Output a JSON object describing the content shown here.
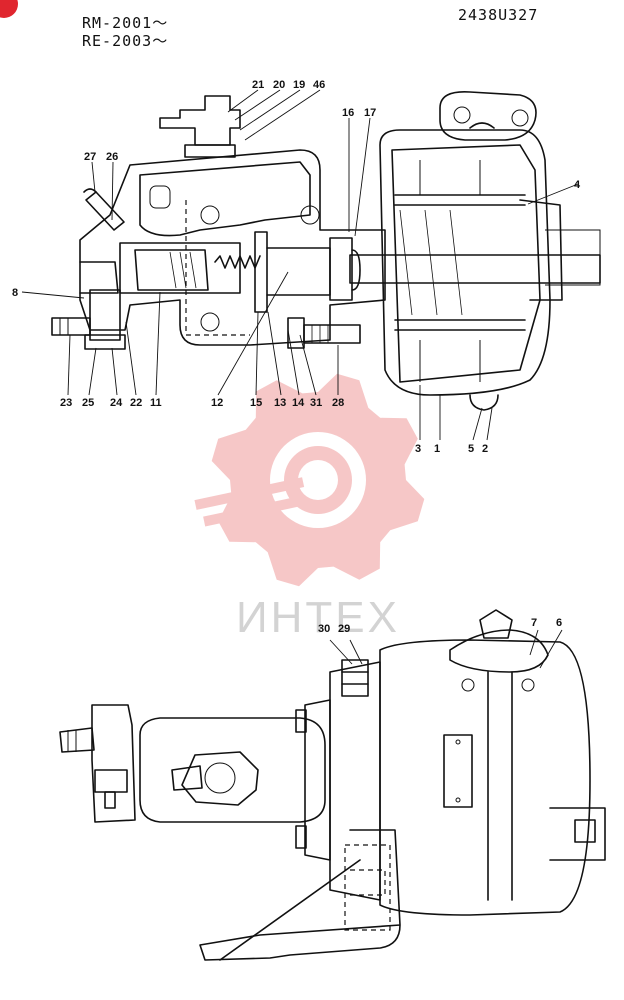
{
  "header": {
    "model_line_1": "RM-2001～",
    "model_line_2": "RE-2003～",
    "drawing_code": "2438U327"
  },
  "watermark": {
    "text": "ИНТЕХ",
    "color": "#f3b6b6"
  },
  "top_view_callouts": [
    "21",
    "20",
    "19",
    "46",
    "16",
    "17",
    "27",
    "26",
    "4",
    "8",
    "23",
    "25",
    "24",
    "22",
    "11",
    "12",
    "15",
    "13",
    "14",
    "31",
    "28",
    "3",
    "1",
    "5",
    "2"
  ],
  "bottom_view_callouts": [
    "30",
    "29",
    "7",
    "6"
  ],
  "colors": {
    "line": "#111111",
    "corner_badge": "#e0262f"
  }
}
